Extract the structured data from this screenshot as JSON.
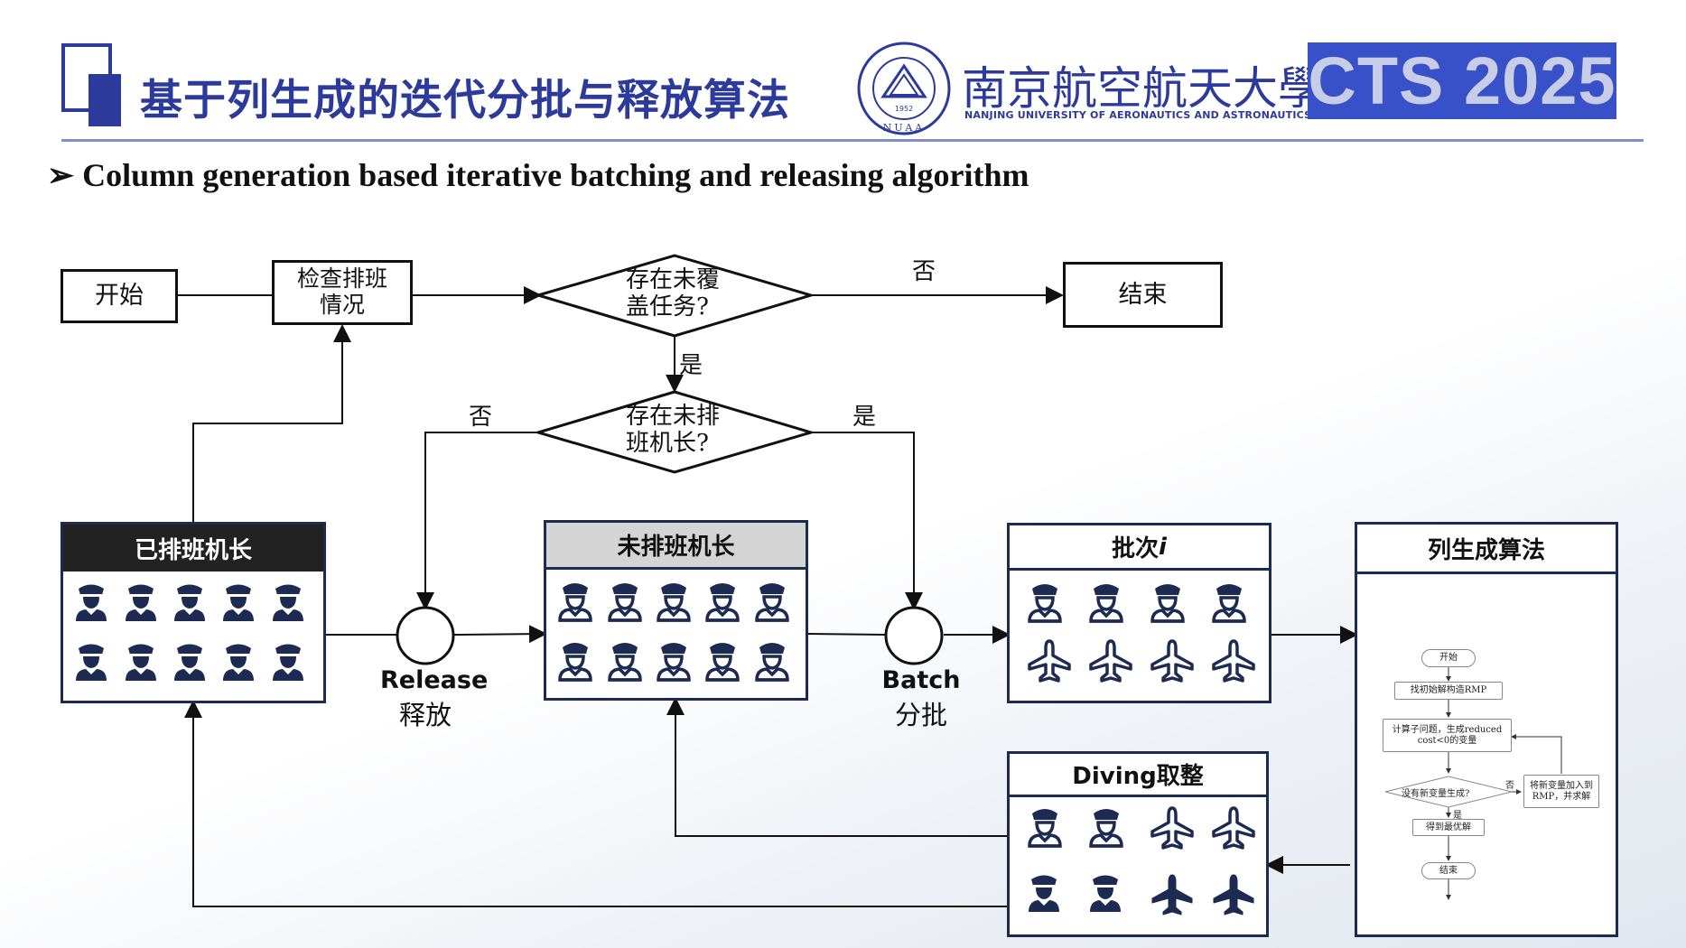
{
  "header": {
    "title": "基于列生成的迭代分批与释放算法",
    "university_cn": "南京航空航天大學",
    "university_en": "NANJING UNIVERSITY OF AERONAUTICS AND ASTRONAUTICS",
    "conference_logo": "CTS 2025",
    "seal_text": "NUAA",
    "seal_year": "1952"
  },
  "subtitle": "Column generation based iterative batching and releasing algorithm",
  "flow": {
    "start": "开始",
    "check": "检查排班\n情况",
    "decision1": "存在未覆\n盖任务?",
    "end": "结束",
    "decision2": "存在未排\n班机长?",
    "no1": "否",
    "yes1": "是",
    "no2": "否",
    "yes2": "是"
  },
  "panels": {
    "scheduled": "已排班机长",
    "unscheduled": "未排班机长",
    "batch": "批次",
    "batch_var": "i",
    "colgen": "列生成算法",
    "diving": "Diving取整"
  },
  "nodes": {
    "release_en": "Release",
    "release_cn": "释放",
    "batch_en": "Batch",
    "batch_cn": "分批"
  },
  "mini_flow": {
    "start": "开始",
    "init": "找初始解构造RMP",
    "sub": "计算子问题，生成reduced\ncost<0的变量",
    "decision": "没有新变量生成?",
    "add": "将新变量加入到\nRMP，并求解",
    "optimal": "得到最优解",
    "end": "结束",
    "no": "否",
    "yes": "是"
  },
  "colors": {
    "brand": "#2c3a9c",
    "navy": "#1d2b52",
    "cts_bg": "#3850c8"
  }
}
